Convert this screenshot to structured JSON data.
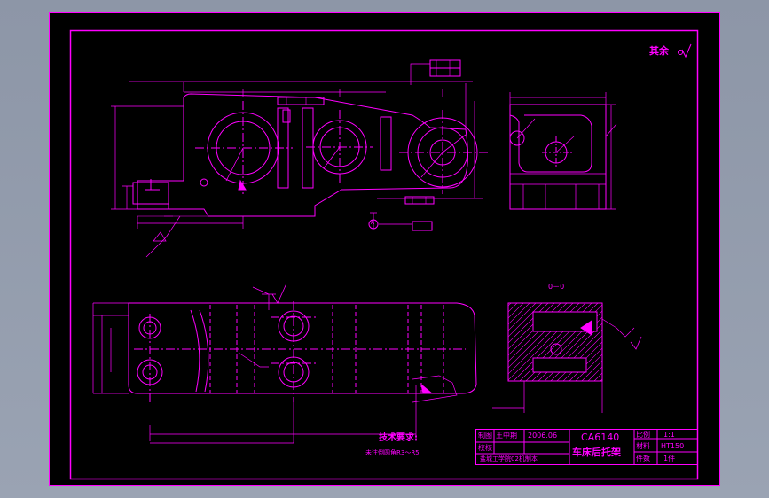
{
  "drawing": {
    "surface_roughness_note": "其余",
    "section_label": "0－0",
    "datum_symbol": "A",
    "technical_requirements": {
      "title": "技术要求:",
      "body": "未注倒圆角R3～R5"
    },
    "title_block": {
      "drawn_by_label": "制图",
      "drawn_by_name": "王中期",
      "date": "2006.06",
      "checked_by_label": "校核",
      "school": "盐城工学院02机制本",
      "part_model": "CA6140",
      "part_name": "车床后托架",
      "scale_label": "比例",
      "scale_value": "1:1",
      "material_label": "材料",
      "material_value": "HT150",
      "quantity_label": "件数",
      "quantity_value": "1件"
    }
  },
  "colors": {
    "line": "#ff00ff",
    "sheet": "#000000",
    "desktop": "#8e97a8"
  }
}
